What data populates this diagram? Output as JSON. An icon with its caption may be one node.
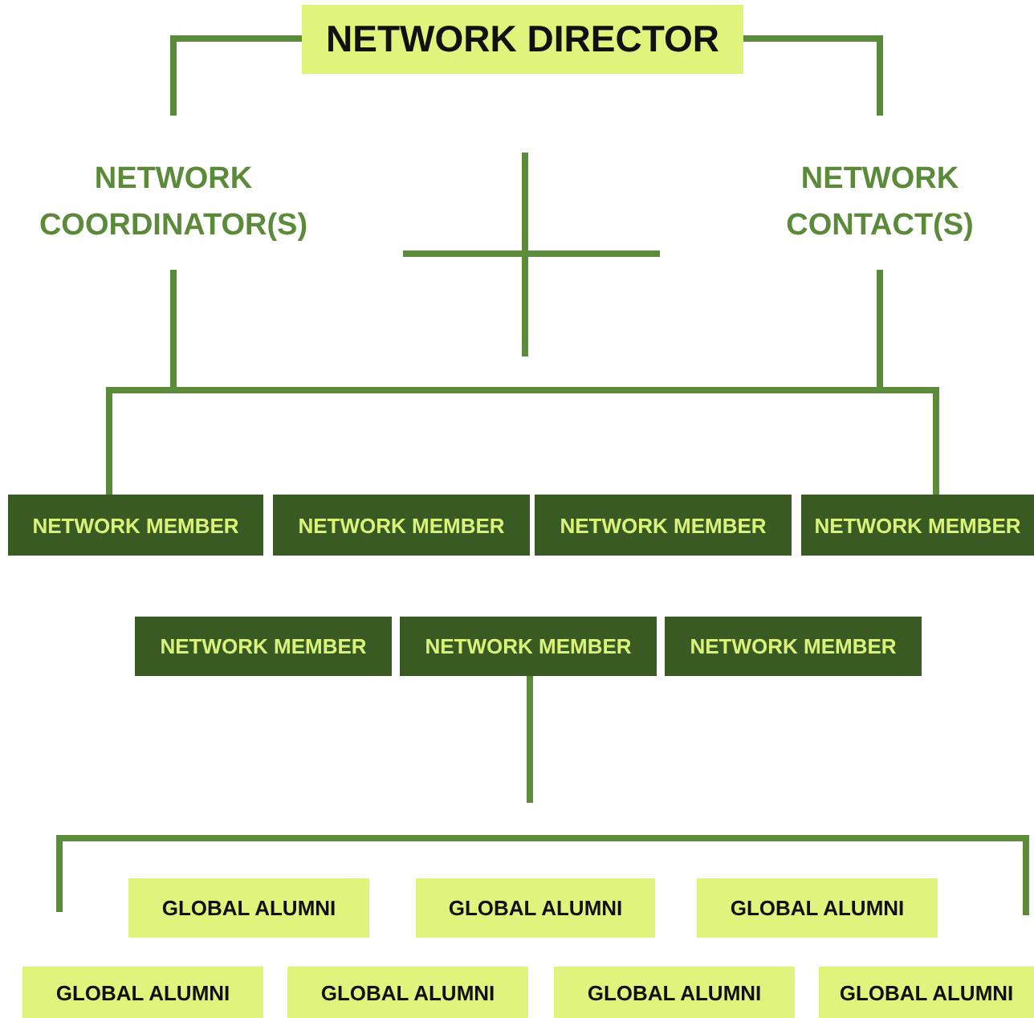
{
  "diagram": {
    "nodes": [
      {
        "text": [
          "NETWORK DIRECTOR"
        ]
      },
      {
        "text": [
          "NETWORK COORDINATOR(S)"
        ]
      },
      {
        "text": [
          "NETWORK CONTACT(S)"
        ]
      },
      {
        "text": [
          "NETWORK MEMBER"
        ]
      },
      {
        "text": [
          "NETWORK MEMBER"
        ]
      },
      {
        "text": [
          "NETWORK MEMBER"
        ]
      },
      {
        "text": [
          "NETWORK MEMBER"
        ]
      },
      {
        "text": [
          "NETWORK MEMBER"
        ]
      },
      {
        "text": [
          "NETWORK MEMBER"
        ]
      },
      {
        "text": [
          "NETWORK MEMBER"
        ]
      },
      {
        "text": [
          "GLOBAL ALUMNI"
        ]
      },
      {
        "text": [
          "GLOBAL ALUMNI"
        ]
      },
      {
        "text": [
          "GLOBAL ALUMNI"
        ]
      },
      {
        "text": [
          "GLOBAL ALUMNI"
        ]
      },
      {
        "text": [
          "GLOBAL ALUMNI"
        ]
      },
      {
        "text": [
          "GLOBAL ALUMNI"
        ]
      },
      {
        "text": [
          "GLOBAL ALUMNI"
        ]
      }
    ],
    "edges": [
      {
        "from": 0,
        "to": 1,
        "arrow": "none"
      },
      {
        "from": 0,
        "to": 2,
        "arrow": "none"
      },
      {
        "from": 1,
        "to": 3,
        "arrow": "none"
      },
      {
        "from": 2,
        "to": 6,
        "arrow": "none"
      },
      {
        "from": 8,
        "to": null,
        "arrow": "none"
      }
    ]
  }
}
